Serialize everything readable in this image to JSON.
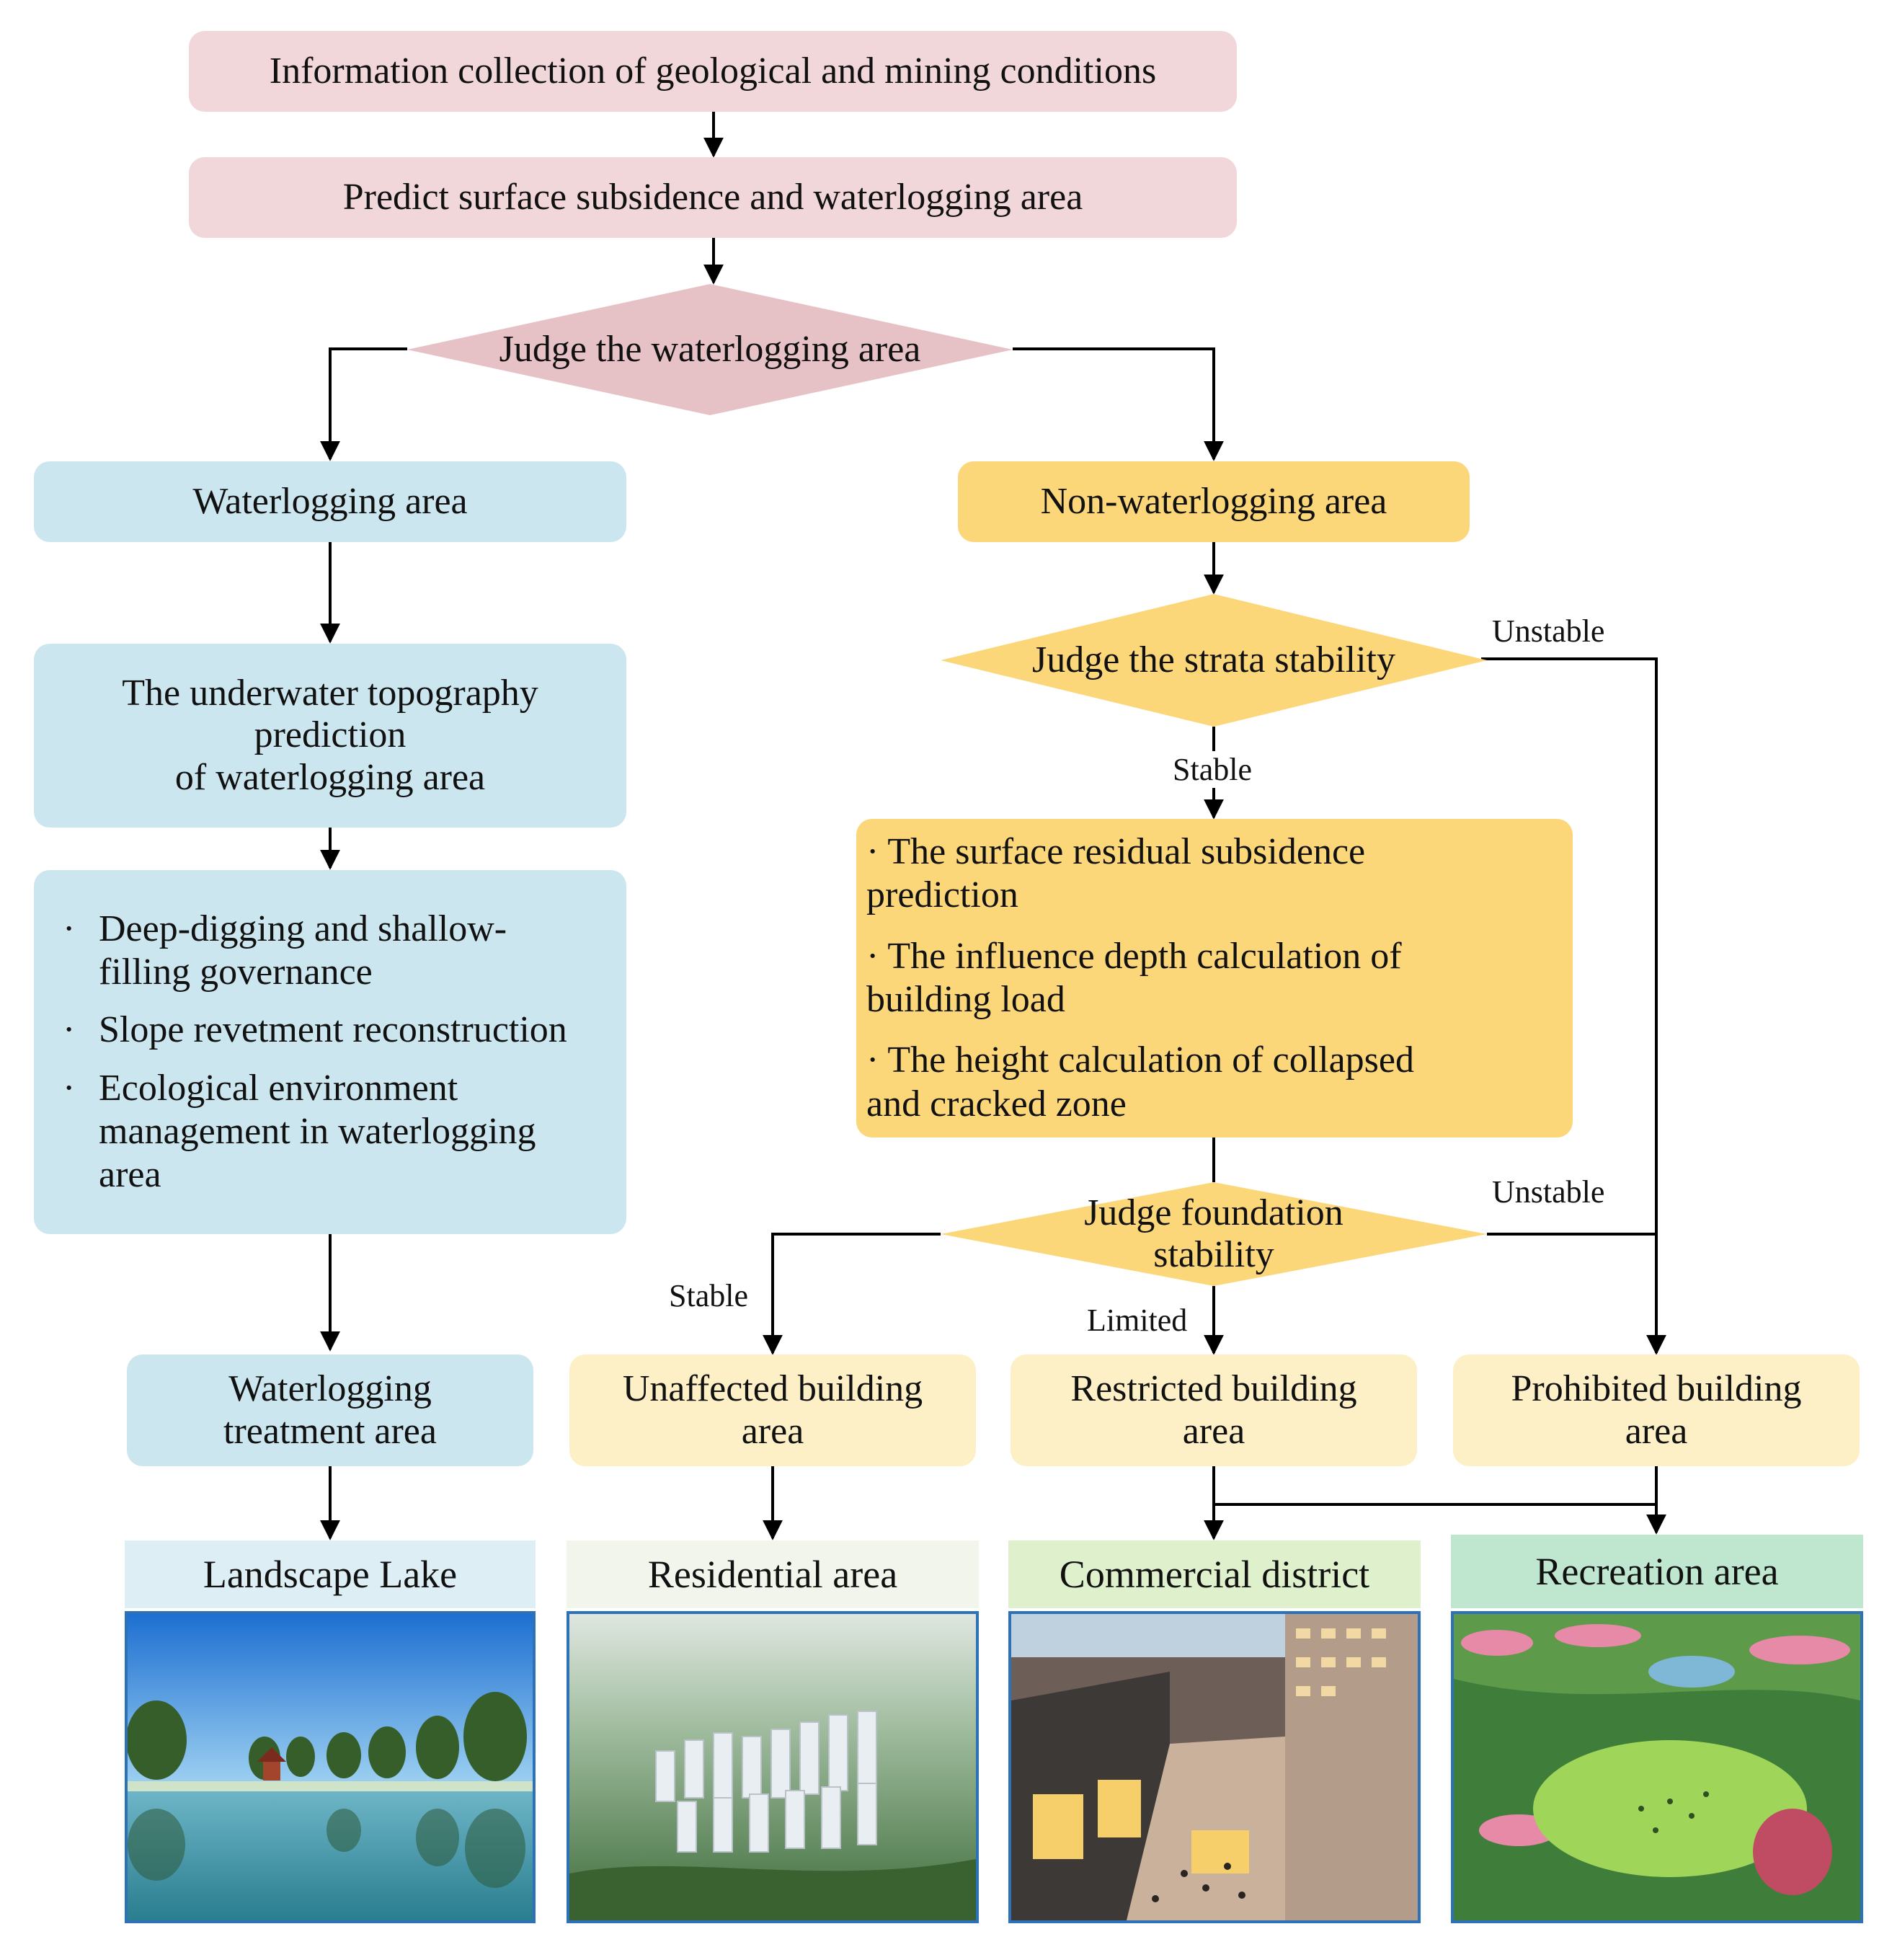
{
  "colors": {
    "pink": "#f1d7d9",
    "blue": "#cbe6ef",
    "yellow": "#fcd77a",
    "pale_yellow": "#fdf0c7",
    "line": "#000000",
    "photo_border": "#2d72b8"
  },
  "top": {
    "info_collection": "Information collection of geological and mining conditions",
    "predict": "Predict surface subsidence and waterlogging area",
    "judge_waterlogging": "Judge the waterlogging area"
  },
  "left_branch": {
    "waterlogging_area": "Waterlogging area",
    "underwater_prediction": [
      "The underwater topography",
      "prediction",
      "of waterlogging area"
    ],
    "measures": [
      [
        "Deep-digging and shallow-",
        "filling governance"
      ],
      [
        "Slope revetment reconstruction"
      ],
      [
        "Ecological environment",
        "management in waterlogging",
        "area"
      ]
    ],
    "bullet_symbol": "·",
    "treatment_area": [
      "Waterlogging",
      "treatment area"
    ]
  },
  "right_branch": {
    "non_waterlogging_area": "Non-waterlogging area",
    "judge_strata": "Judge the strata stability",
    "strata_unstable_label": "Unstable",
    "strata_stable_label": "Stable",
    "calculations": [
      [
        "· The surface residual subsidence",
        "prediction"
      ],
      [
        "· The influence depth calculation of",
        "building load"
      ],
      [
        "· The height calculation of collapsed",
        "and cracked zone"
      ]
    ],
    "judge_foundation": [
      "Judge foundation",
      "stability"
    ],
    "foundation_stable_label": "Stable",
    "foundation_limited_label": "Limited",
    "foundation_unstable_label": "Unstable"
  },
  "building_areas": {
    "unaffected": [
      "Unaffected building",
      "area"
    ],
    "restricted": [
      "Restricted building",
      "area"
    ],
    "prohibited": [
      "Prohibited building",
      "area"
    ]
  },
  "outcomes": [
    {
      "label": "Landscape Lake",
      "strip_color": "#ddeef5",
      "icon": "landscape-lake-photo"
    },
    {
      "label": "Residential area",
      "strip_color": "#f2f5ec",
      "icon": "residential-area-photo"
    },
    {
      "label": "Commercial district",
      "strip_color": "#dff0cc",
      "icon": "commercial-district-photo"
    },
    {
      "label": "Recreation area",
      "strip_color": "#bfe6cf",
      "icon": "recreation-area-photo"
    }
  ]
}
